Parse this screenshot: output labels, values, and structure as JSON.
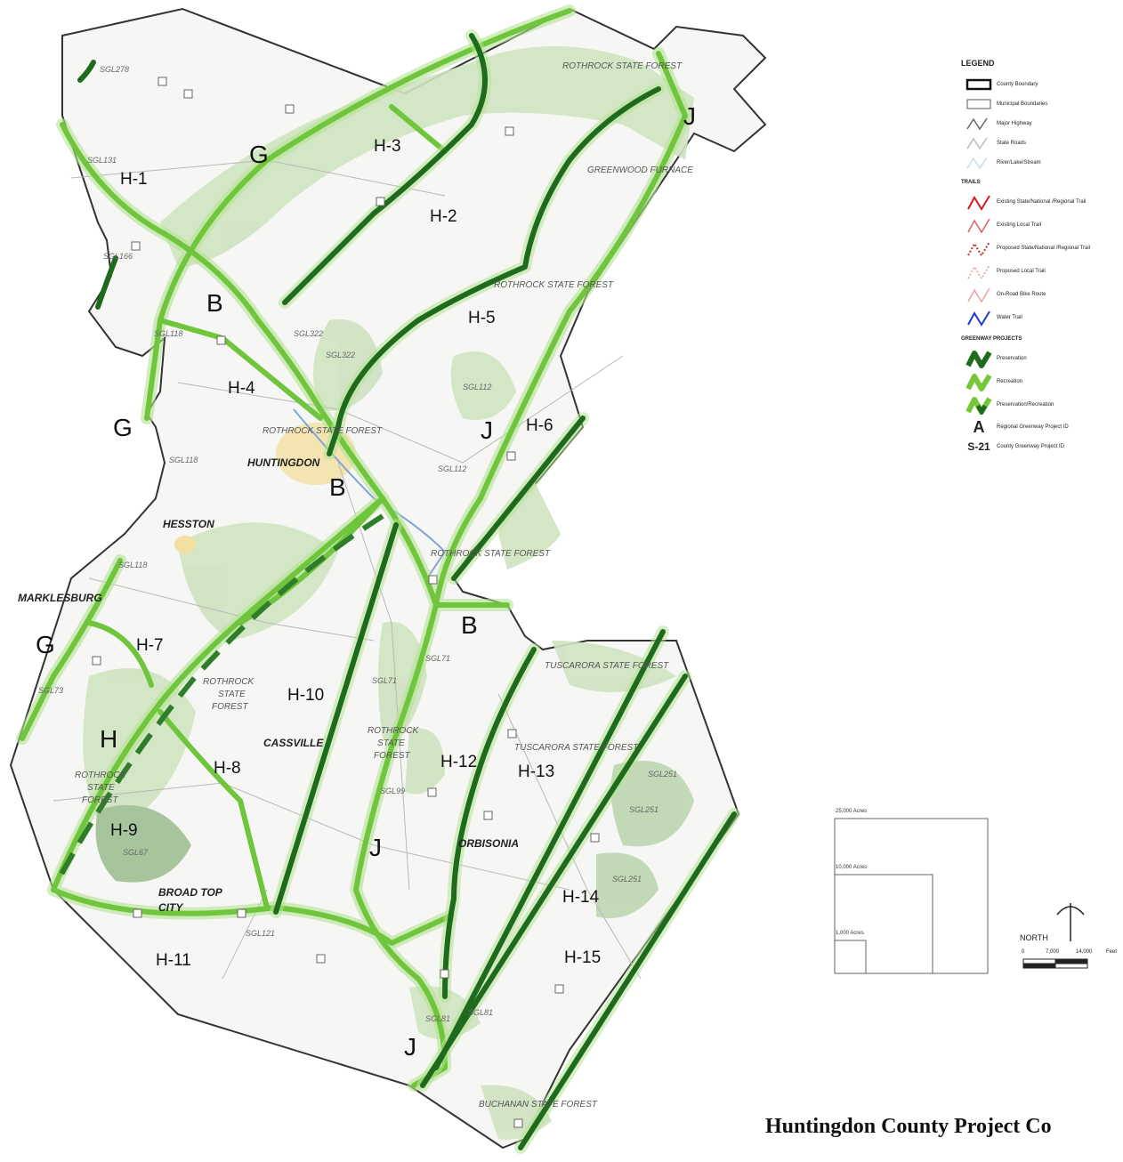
{
  "title": "Huntingdon County Project Co",
  "legend": {
    "title": "LEGEND",
    "base": [
      {
        "label": "County Boundary",
        "icon": "county-boundary"
      },
      {
        "label": "Municipal Boundaries",
        "icon": "municipal-boundary"
      },
      {
        "label": "Major Highway",
        "icon": "major-highway"
      },
      {
        "label": "State Roads",
        "icon": "state-road"
      },
      {
        "label": "River/Lake/Stream",
        "icon": "river"
      }
    ],
    "trails_title": "TRAILS",
    "trails": [
      {
        "label": "Existing State/National /Regional Trail",
        "color": "#d7191c"
      },
      {
        "label": "Existing Local Trail",
        "color": "#e0605f"
      },
      {
        "label": "Proposed State/National /Regional Trail",
        "color": "#c9302c"
      },
      {
        "label": "Proposed Local Trail",
        "color": "#e69a9a"
      },
      {
        "label": "On-Road Bike Route",
        "color": "#f2a0a0"
      },
      {
        "label": "Water Trail",
        "color": "#1f3ad1"
      }
    ],
    "greenway_title": "GREENWAY PROJECTS",
    "greenway": [
      {
        "label": "Preservation",
        "color": "#1e6b1e"
      },
      {
        "label": "Recreation",
        "color": "#74c83a"
      },
      {
        "label": "Preservation/Recreation",
        "color": "#3b9a2a"
      }
    ],
    "ids": [
      {
        "symbol": "A",
        "label": "Regional Greenway Project ID"
      },
      {
        "symbol": "S-21",
        "label": "County Greenway Project ID"
      }
    ]
  },
  "acreage": [
    "25,000 Acres",
    "10,000 Acres",
    "1,000 Acres"
  ],
  "north_label": "NORTH",
  "scale": [
    "0",
    "7,000",
    "14,000",
    "Feet"
  ],
  "colors": {
    "preservation": "#1e6b1e",
    "recreation": "#74c83a",
    "forest": "#cfe3c0",
    "boundary": "#333333"
  },
  "regional_labels": [
    {
      "id": "G-north",
      "text": "G"
    },
    {
      "id": "G-west",
      "text": "G"
    },
    {
      "id": "G-south",
      "text": "G"
    },
    {
      "id": "B-1",
      "text": "B"
    },
    {
      "id": "B-2",
      "text": "B"
    },
    {
      "id": "B-3",
      "text": "B"
    },
    {
      "id": "J-1",
      "text": "J"
    },
    {
      "id": "J-2",
      "text": "J"
    },
    {
      "id": "J-3",
      "text": "J"
    },
    {
      "id": "J-4",
      "text": "J"
    },
    {
      "id": "H",
      "text": "H"
    }
  ],
  "county_labels": [
    "H-1",
    "H-2",
    "H-3",
    "H-4",
    "H-5",
    "H-6",
    "H-7",
    "H-8",
    "H-9",
    "H-10",
    "H-11",
    "H-12",
    "H-13",
    "H-14",
    "H-15"
  ],
  "place_labels": [
    "HUNTINGDON",
    "HESSTON",
    "MARKLESBURG",
    "CASSVILLE",
    "ORBISONIA",
    "BROAD TOP",
    "CITY"
  ],
  "forest_labels": [
    "ROTHROCK STATE FOREST",
    "GREENWOOD FURNACE",
    "ROTHROCK STATE FOREST",
    "ROTHROCK STATE FOREST",
    "ROTHROCK STATE FOREST",
    "ROTHROCK",
    "STATE",
    "FOREST",
    "ROTHROCK",
    "STATE",
    "FOREST",
    "ROTHROCK",
    "STATE",
    "FOREST",
    "TUSCARORA STATE FOREST",
    "TUSCARORA STATE FOREST",
    "BUCHANAN STATE FOREST"
  ],
  "sgl_labels": [
    "SGL278",
    "SGL131",
    "SGL166",
    "SGL118",
    "SGL322",
    "SGL322",
    "SGL112",
    "SGL118",
    "SGL112",
    "SGL118",
    "SGL73",
    "SGL71",
    "SGL71",
    "SGL99",
    "SGL67",
    "SGL121",
    "SGL81",
    "SGL81",
    "SGL251",
    "SGL251",
    "SGL251"
  ]
}
